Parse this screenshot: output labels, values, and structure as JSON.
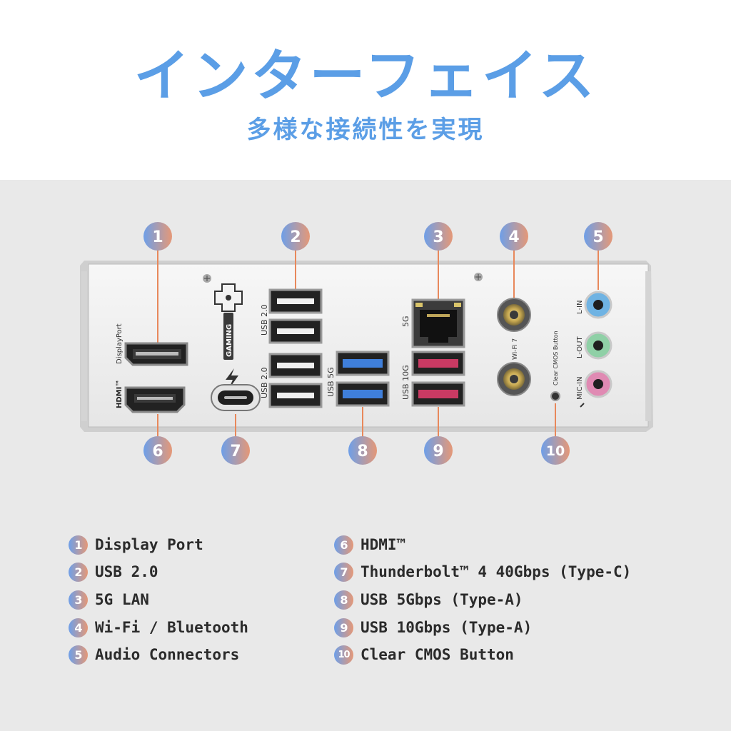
{
  "header": {
    "title": "インターフェイス",
    "subtitle": "多様な接続性を実現"
  },
  "panel_labels": {
    "displayport": "DisplayPort",
    "hdmi": "HDMI™",
    "gaming": "GAMING",
    "usb20_top": "USB 2.0",
    "usb20_bottom": "USB 2.0",
    "usb5g": "USB 5G",
    "lan5g": "5G",
    "usb10g": "USB 10G",
    "wifi7": "Wi-Fi 7",
    "clear_cmos": "Clear CMOS Button",
    "l_in": "L-IN",
    "l_out": "L-OUT",
    "mic_in": "MIC-IN"
  },
  "callouts": [
    "1",
    "2",
    "3",
    "4",
    "5",
    "6",
    "7",
    "8",
    "9",
    "10"
  ],
  "legend": [
    {
      "num": "1",
      "text": "Display Port"
    },
    {
      "num": "2",
      "text": "USB 2.0"
    },
    {
      "num": "3",
      "text": "5G LAN"
    },
    {
      "num": "4",
      "text": "Wi-Fi / Bluetooth"
    },
    {
      "num": "5",
      "text": "Audio Connectors"
    },
    {
      "num": "6",
      "text": "HDMI™"
    },
    {
      "num": "7",
      "text": "Thunderbolt™ 4 40Gbps (Type-C)"
    },
    {
      "num": "8",
      "text": "USB 5Gbps (Type-A)"
    },
    {
      "num": "9",
      "text": "USB 10Gbps (Type-A)"
    },
    {
      "num": "10",
      "text": "Clear CMOS Button"
    }
  ],
  "colors": {
    "accent": "#5b9ee6",
    "badge_start": "#6e9fe8",
    "badge_end": "#e59877",
    "usb5g": "#3f7fdb",
    "usb10g": "#c93a63",
    "audio_l_in": "#6fb3e3",
    "audio_l_out": "#8fd0a6",
    "audio_mic_in": "#e08ab3"
  }
}
